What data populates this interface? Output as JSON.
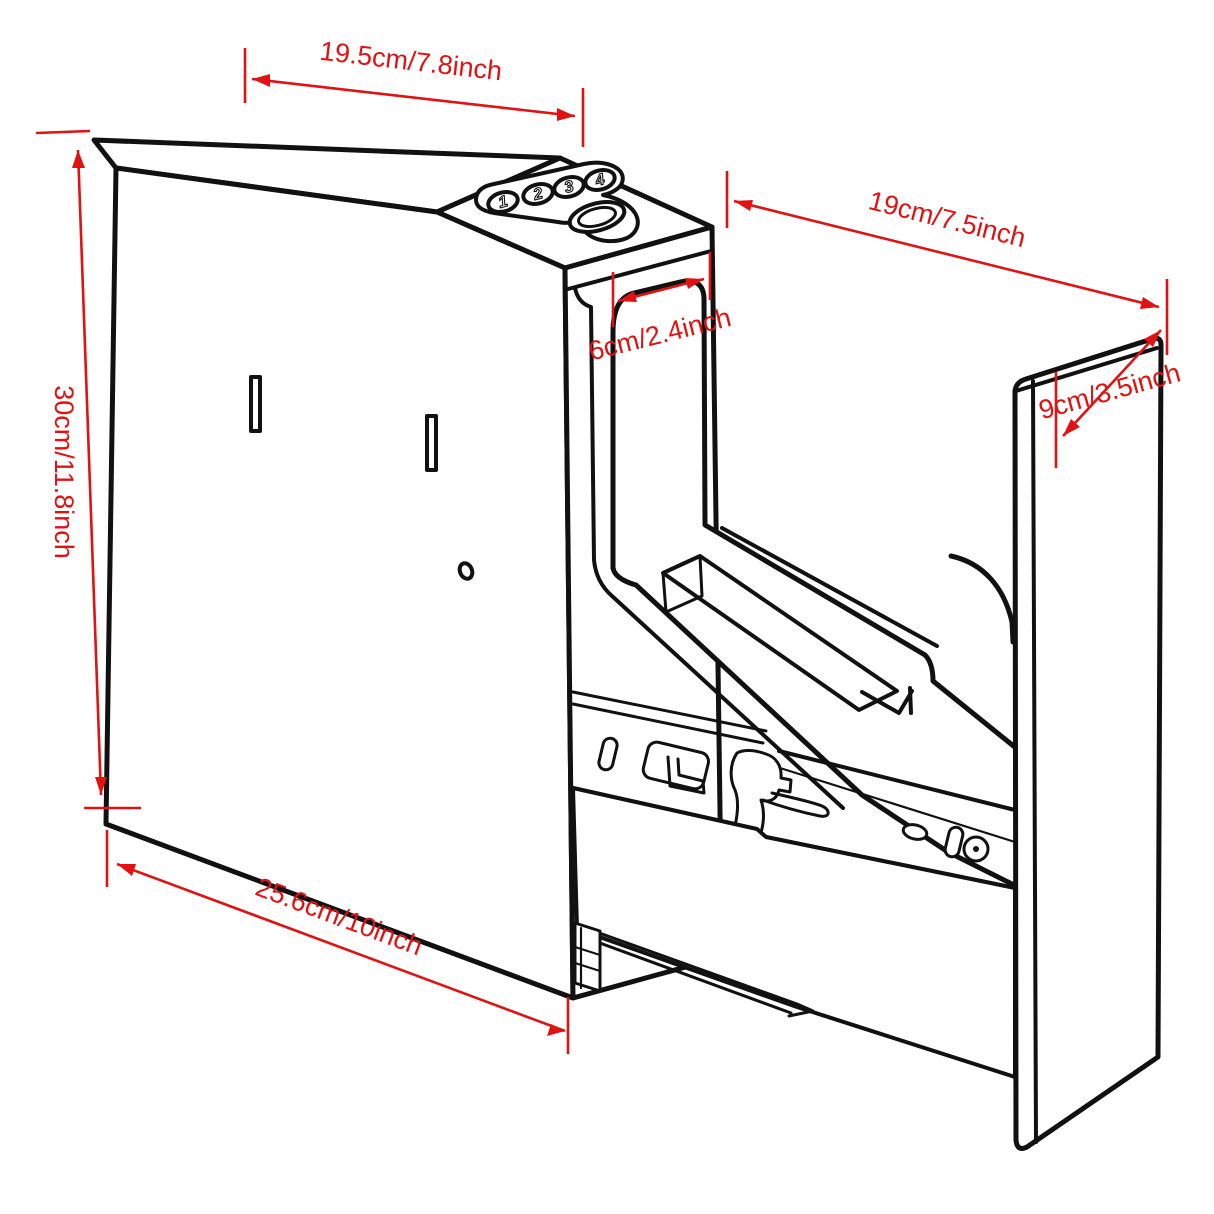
{
  "title": "Handgun safe dimension diagram",
  "colors": {
    "line": "#111111",
    "dimension_red": "#e01212"
  },
  "dimensions": {
    "top_width": "19.5cm/7.8inch",
    "height": "30cm/11.8inch",
    "bottom_width": "25.6cm/10inch",
    "drawer_extension": "19cm/7.5inch",
    "opening_width": "6cm/2.4inch",
    "door_depth": "9cm/3.5inch"
  },
  "keypad": {
    "buttons": [
      {
        "label": "1"
      },
      {
        "label": "2"
      },
      {
        "label": "3"
      },
      {
        "label": "4"
      }
    ]
  }
}
